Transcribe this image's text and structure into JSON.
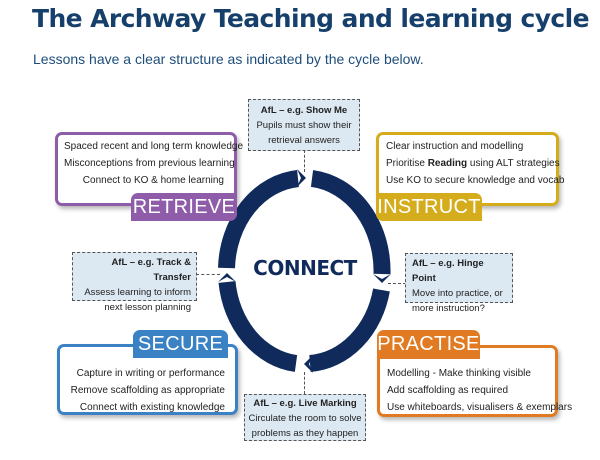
{
  "header": {
    "title": "The Archway Teaching and learning cycle",
    "subtitle": "Lessons have a clear structure as indicated by the cycle below."
  },
  "center": {
    "label": "CONNECT",
    "ring_color": "#102a5c"
  },
  "stages": {
    "retrieve": {
      "label": "RETRIEVE",
      "color": "#8e5ca8",
      "lines": [
        "Spaced recent and long term knowledge",
        "Misconceptions from previous learning",
        "Connect to KO & home learning"
      ]
    },
    "instruct": {
      "label": "INSTRUCT",
      "color": "#d4ac1c",
      "lines": [
        "Clear instruction and modelling",
        "Prioritise",
        "Reading",
        "using ALT strategies",
        "Use KO to secure knowledge and vocab"
      ]
    },
    "secure": {
      "label": "SECURE",
      "color": "#3a82c4",
      "lines": [
        "Capture in writing or performance",
        "Remove scaffolding as appropriate",
        "Connect with existing knowledge"
      ]
    },
    "practise": {
      "label": "PRACTISE",
      "color": "#e07b24",
      "lines": [
        "Modelling - Make thinking visible",
        "Add scaffolding as required",
        "Use whiteboards, visualisers & exemplars"
      ]
    }
  },
  "afl": {
    "show_me": {
      "heading": "AfL – e.g. Show Me",
      "lines": [
        "Pupils must show their",
        "retrieval answers"
      ]
    },
    "track_transfer": {
      "heading": "AfL – e.g. Track & Transfer",
      "lines": [
        "Assess learning to inform",
        "next lesson planning"
      ]
    },
    "hinge_point": {
      "heading": "AfL – e.g. Hinge Point",
      "lines": [
        "Move into practice, or",
        "more instruction?"
      ]
    },
    "live_marking": {
      "heading": "AfL – e.g. Live Marking",
      "lines": [
        "Circulate the room  to solve",
        "problems as they happen"
      ]
    }
  }
}
